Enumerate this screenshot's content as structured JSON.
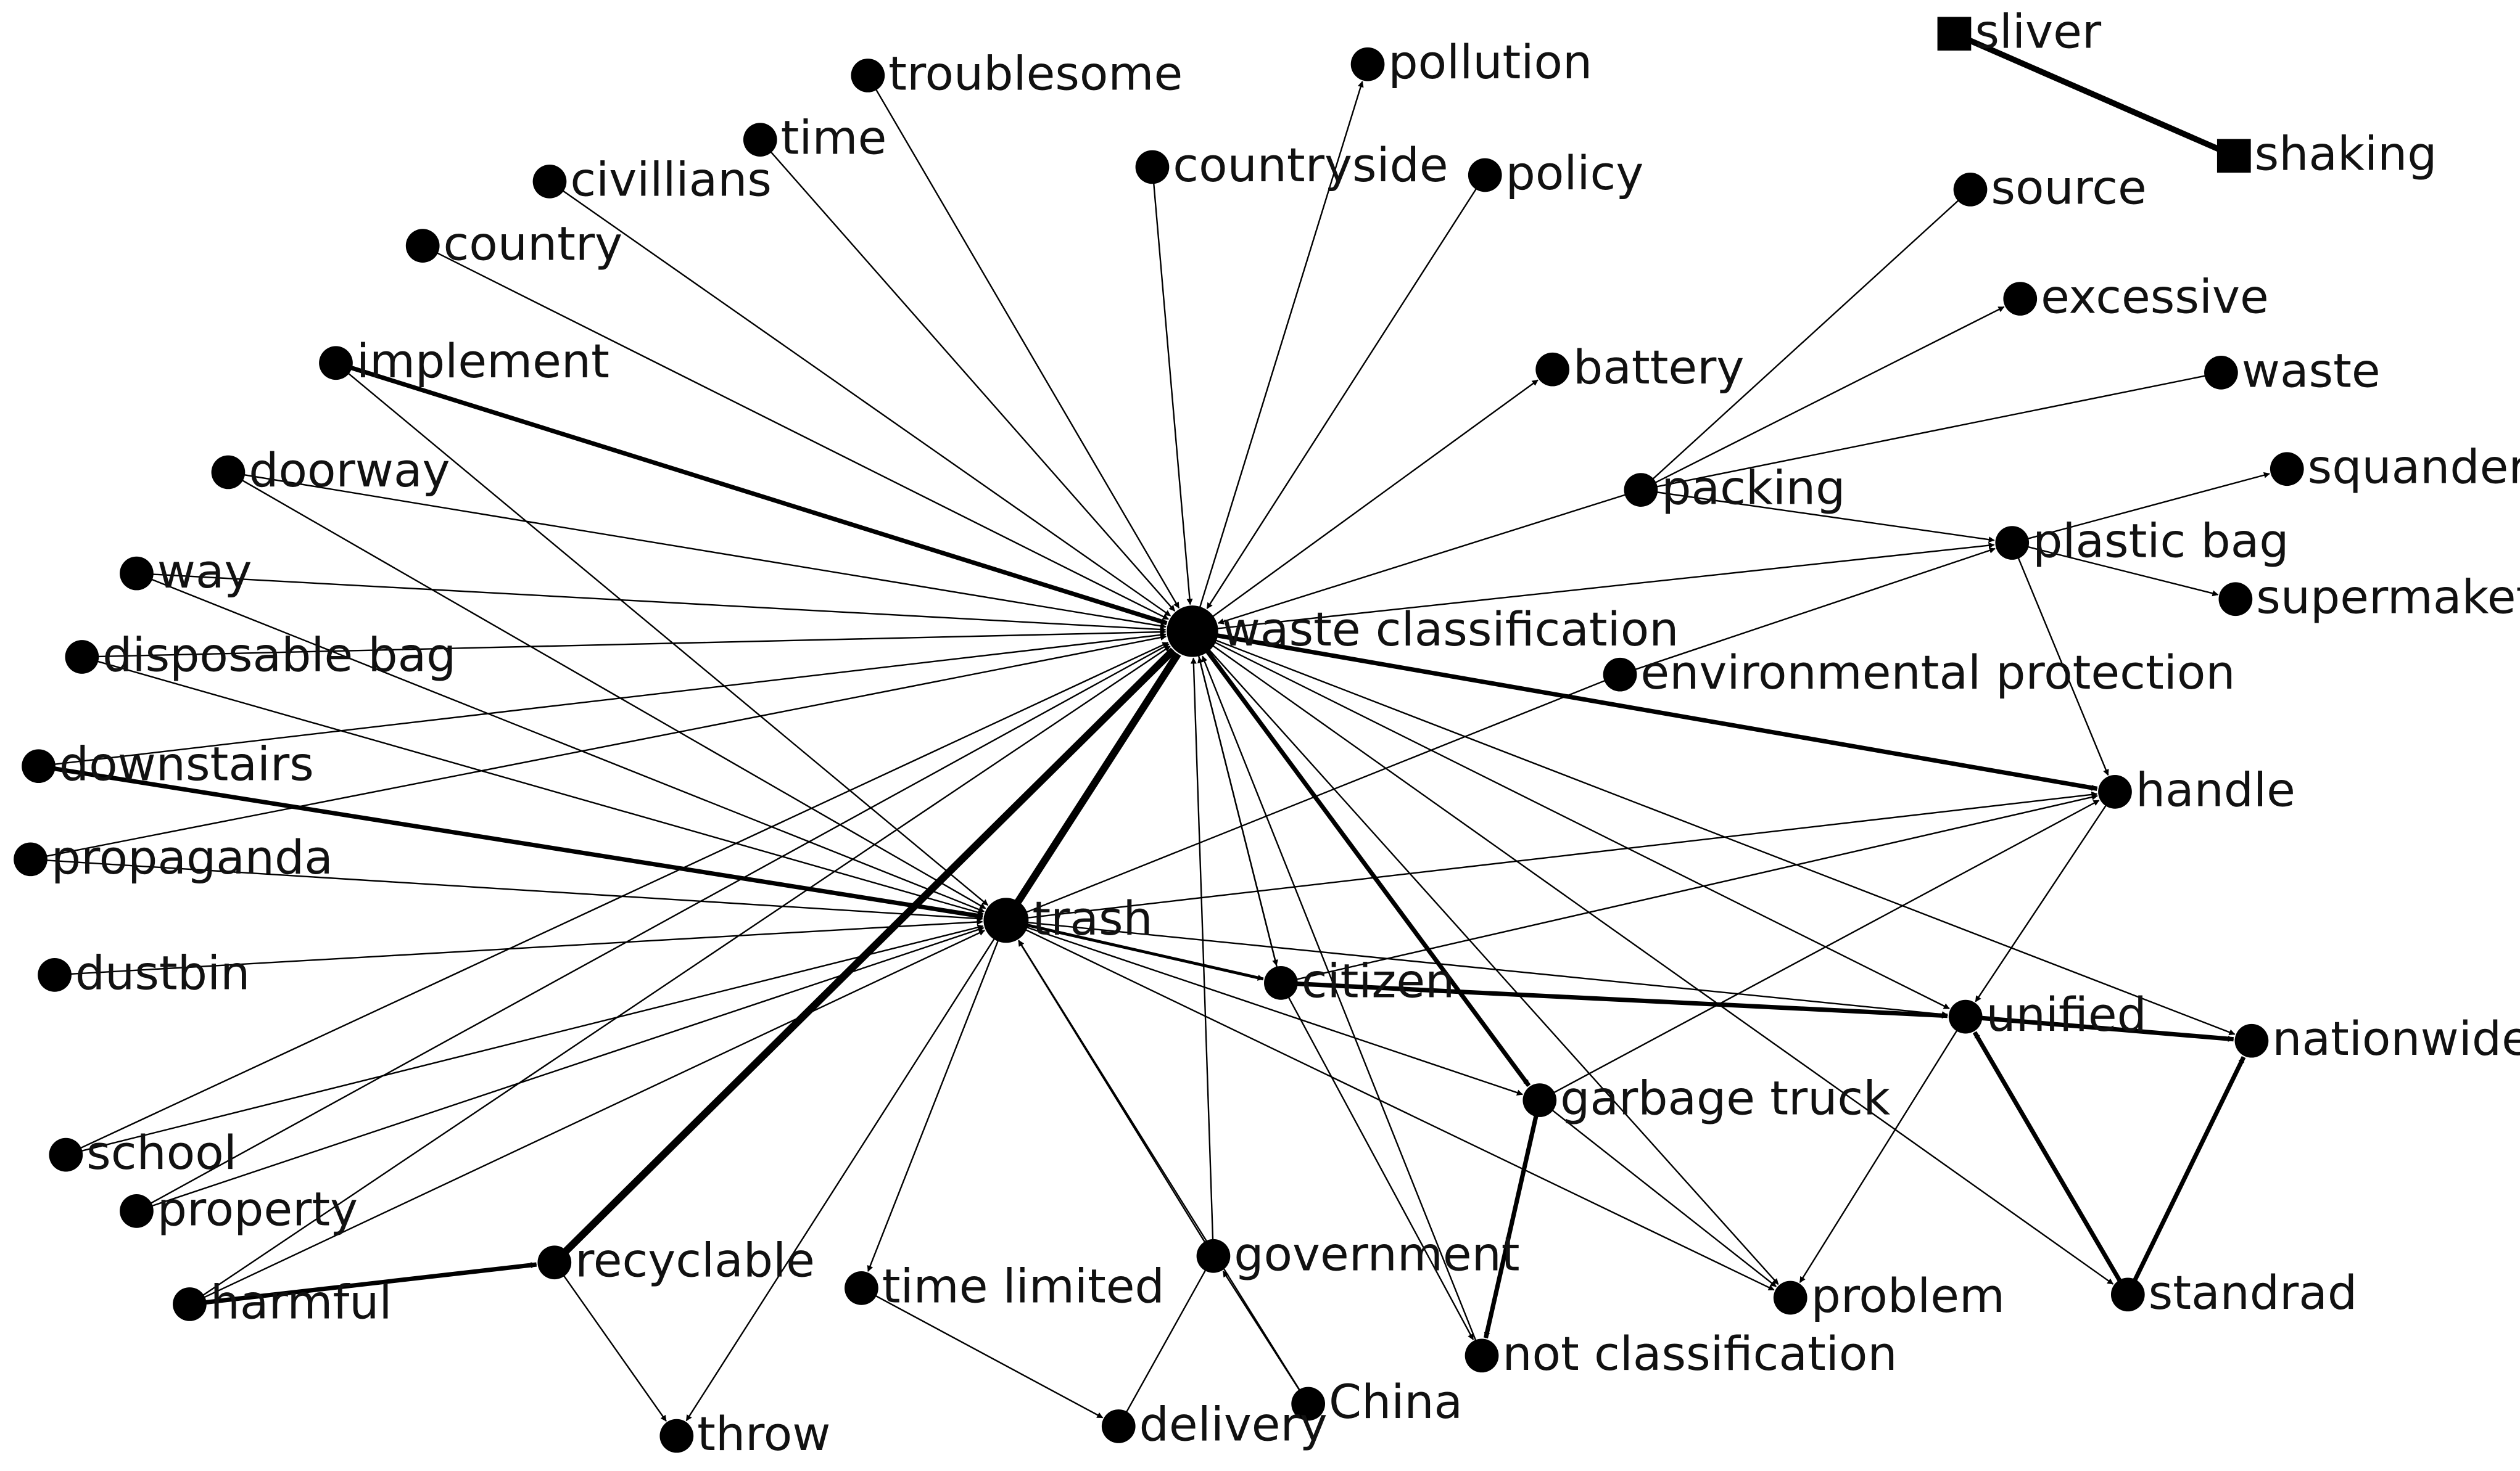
{
  "colors": {
    "background": "#ffffff",
    "node": "#000000",
    "edge": "#000000",
    "text": "#111111"
  },
  "nodes": [
    {
      "id": "sliver",
      "label": "sliver",
      "shape": "square"
    },
    {
      "id": "shaking",
      "label": "shaking",
      "shape": "square"
    },
    {
      "id": "troublesome",
      "label": "troublesome",
      "shape": "circle"
    },
    {
      "id": "pollution",
      "label": "pollution",
      "shape": "circle"
    },
    {
      "id": "time",
      "label": "time",
      "shape": "circle"
    },
    {
      "id": "countryside",
      "label": "countryside",
      "shape": "circle"
    },
    {
      "id": "policy",
      "label": "policy",
      "shape": "circle"
    },
    {
      "id": "civillians",
      "label": "civillians",
      "shape": "circle"
    },
    {
      "id": "source",
      "label": "source",
      "shape": "circle"
    },
    {
      "id": "country",
      "label": "country",
      "shape": "circle"
    },
    {
      "id": "excessive",
      "label": "excessive",
      "shape": "circle"
    },
    {
      "id": "implement",
      "label": "implement",
      "shape": "circle"
    },
    {
      "id": "battery",
      "label": "battery",
      "shape": "circle"
    },
    {
      "id": "waste",
      "label": "waste",
      "shape": "circle"
    },
    {
      "id": "doorway",
      "label": "doorway",
      "shape": "circle"
    },
    {
      "id": "packing",
      "label": "packing",
      "shape": "circle"
    },
    {
      "id": "squander",
      "label": "squander",
      "shape": "circle"
    },
    {
      "id": "plastic_bag",
      "label": "plastic bag",
      "shape": "circle"
    },
    {
      "id": "way",
      "label": "way",
      "shape": "circle"
    },
    {
      "id": "supermaket",
      "label": "supermaket",
      "shape": "circle"
    },
    {
      "id": "waste_classification",
      "label": "waste classification",
      "shape": "circle"
    },
    {
      "id": "disposable_bag",
      "label": "disposable bag",
      "shape": "circle"
    },
    {
      "id": "environmental_protection",
      "label": "environmental protection",
      "shape": "circle"
    },
    {
      "id": "downstairs",
      "label": "downstairs",
      "shape": "circle"
    },
    {
      "id": "handle",
      "label": "handle",
      "shape": "circle"
    },
    {
      "id": "propaganda",
      "label": "propaganda",
      "shape": "circle"
    },
    {
      "id": "trash",
      "label": "trash",
      "shape": "circle"
    },
    {
      "id": "dustbin",
      "label": "dustbin",
      "shape": "circle"
    },
    {
      "id": "citizen",
      "label": "citizen",
      "shape": "circle"
    },
    {
      "id": "unified",
      "label": "unified",
      "shape": "circle"
    },
    {
      "id": "nationwide",
      "label": "nationwide",
      "shape": "circle"
    },
    {
      "id": "garbage_truck",
      "label": "garbage truck",
      "shape": "circle"
    },
    {
      "id": "school",
      "label": "school",
      "shape": "circle"
    },
    {
      "id": "property",
      "label": "property",
      "shape": "circle"
    },
    {
      "id": "recyclable",
      "label": "recyclable",
      "shape": "circle"
    },
    {
      "id": "government",
      "label": "government",
      "shape": "circle"
    },
    {
      "id": "harmful",
      "label": "harmful",
      "shape": "circle"
    },
    {
      "id": "time_limited",
      "label": "time limited",
      "shape": "circle"
    },
    {
      "id": "problem",
      "label": "problem",
      "shape": "circle"
    },
    {
      "id": "standrad",
      "label": "standrad",
      "shape": "circle"
    },
    {
      "id": "not_classification",
      "label": "not classification",
      "shape": "circle"
    },
    {
      "id": "china",
      "label": "China",
      "shape": "circle"
    },
    {
      "id": "throw",
      "label": "throw",
      "shape": "circle"
    },
    {
      "id": "delivery",
      "label": "delivery",
      "shape": "circle"
    }
  ],
  "edges": [
    {
      "from": "sliver",
      "to": "shaking",
      "weight": 4,
      "arrow": false
    },
    {
      "from": "troublesome",
      "to": "waste_classification",
      "weight": 1,
      "arrow": true
    },
    {
      "from": "time",
      "to": "waste_classification",
      "weight": 1,
      "arrow": true
    },
    {
      "from": "civillians",
      "to": "waste_classification",
      "weight": 1,
      "arrow": true
    },
    {
      "from": "country",
      "to": "waste_classification",
      "weight": 1,
      "arrow": true
    },
    {
      "from": "implement",
      "to": "waste_classification",
      "weight": 3,
      "arrow": true
    },
    {
      "from": "doorway",
      "to": "waste_classification",
      "weight": 1,
      "arrow": true
    },
    {
      "from": "way",
      "to": "waste_classification",
      "weight": 1,
      "arrow": true
    },
    {
      "from": "disposable_bag",
      "to": "waste_classification",
      "weight": 1,
      "arrow": true
    },
    {
      "from": "downstairs",
      "to": "waste_classification",
      "weight": 1,
      "arrow": true
    },
    {
      "from": "propaganda",
      "to": "waste_classification",
      "weight": 1,
      "arrow": true
    },
    {
      "from": "school",
      "to": "waste_classification",
      "weight": 1,
      "arrow": true
    },
    {
      "from": "property",
      "to": "waste_classification",
      "weight": 1,
      "arrow": true
    },
    {
      "from": "harmful",
      "to": "waste_classification",
      "weight": 1,
      "arrow": true
    },
    {
      "from": "countryside",
      "to": "waste_classification",
      "weight": 1,
      "arrow": true
    },
    {
      "from": "policy",
      "to": "waste_classification",
      "weight": 1,
      "arrow": true
    },
    {
      "from": "packing",
      "to": "waste_classification",
      "weight": 1,
      "arrow": true
    },
    {
      "from": "government",
      "to": "waste_classification",
      "weight": 1,
      "arrow": true
    },
    {
      "from": "citizen",
      "to": "waste_classification",
      "weight": 1,
      "arrow": true
    },
    {
      "from": "not_classification",
      "to": "waste_classification",
      "weight": 1,
      "arrow": true
    },
    {
      "from": "trash",
      "to": "waste_classification",
      "weight": 5,
      "arrow": true
    },
    {
      "from": "recyclable",
      "to": "waste_classification",
      "weight": 5,
      "arrow": true
    },
    {
      "from": "waste_classification",
      "to": "pollution",
      "weight": 1,
      "arrow": true
    },
    {
      "from": "waste_classification",
      "to": "battery",
      "weight": 1,
      "arrow": true
    },
    {
      "from": "waste_classification",
      "to": "handle",
      "weight": 3,
      "arrow": true
    },
    {
      "from": "waste_classification",
      "to": "plastic_bag",
      "weight": 1,
      "arrow": true
    },
    {
      "from": "waste_classification",
      "to": "unified",
      "weight": 1,
      "arrow": true
    },
    {
      "from": "waste_classification",
      "to": "nationwide",
      "weight": 1,
      "arrow": true
    },
    {
      "from": "waste_classification",
      "to": "garbage_truck",
      "weight": 3,
      "arrow": true
    },
    {
      "from": "waste_classification",
      "to": "citizen",
      "weight": 1,
      "arrow": true
    },
    {
      "from": "waste_classification",
      "to": "problem",
      "weight": 1,
      "arrow": true
    },
    {
      "from": "waste_classification",
      "to": "standrad",
      "weight": 1,
      "arrow": true
    },
    {
      "from": "source",
      "to": "packing",
      "weight": 1,
      "arrow": false
    },
    {
      "from": "packing",
      "to": "excessive",
      "weight": 1,
      "arrow": true
    },
    {
      "from": "waste",
      "to": "packing",
      "weight": 1,
      "arrow": false
    },
    {
      "from": "packing",
      "to": "plastic_bag",
      "weight": 1,
      "arrow": true
    },
    {
      "from": "plastic_bag",
      "to": "squander",
      "weight": 1,
      "arrow": true
    },
    {
      "from": "plastic_bag",
      "to": "supermaket",
      "weight": 1,
      "arrow": true
    },
    {
      "from": "plastic_bag",
      "to": "handle",
      "weight": 1,
      "arrow": true
    },
    {
      "from": "environmental_protection",
      "to": "plastic_bag",
      "weight": 1,
      "arrow": true
    },
    {
      "from": "environmental_protection",
      "to": "trash",
      "weight": 1,
      "arrow": false
    },
    {
      "from": "implement",
      "to": "trash",
      "weight": 1,
      "arrow": true
    },
    {
      "from": "doorway",
      "to": "trash",
      "weight": 1,
      "arrow": true
    },
    {
      "from": "way",
      "to": "trash",
      "weight": 1,
      "arrow": true
    },
    {
      "from": "disposable_bag",
      "to": "trash",
      "weight": 1,
      "arrow": true
    },
    {
      "from": "downstairs",
      "to": "trash",
      "weight": 3,
      "arrow": true
    },
    {
      "from": "propaganda",
      "to": "trash",
      "weight": 1,
      "arrow": true
    },
    {
      "from": "dustbin",
      "to": "trash",
      "weight": 1,
      "arrow": true
    },
    {
      "from": "school",
      "to": "trash",
      "weight": 1,
      "arrow": true
    },
    {
      "from": "property",
      "to": "trash",
      "weight": 1,
      "arrow": true
    },
    {
      "from": "harmful",
      "to": "trash",
      "weight": 1,
      "arrow": true
    },
    {
      "from": "government",
      "to": "trash",
      "weight": 1,
      "arrow": true
    },
    {
      "from": "china",
      "to": "trash",
      "weight": 1,
      "arrow": true
    },
    {
      "from": "trash",
      "to": "citizen",
      "weight": 2,
      "arrow": true
    },
    {
      "from": "trash",
      "to": "garbage_truck",
      "weight": 1,
      "arrow": true
    },
    {
      "from": "trash",
      "to": "handle",
      "weight": 1,
      "arrow": true
    },
    {
      "from": "trash",
      "to": "unified",
      "weight": 1,
      "arrow": true
    },
    {
      "from": "trash",
      "to": "problem",
      "weight": 1,
      "arrow": true
    },
    {
      "from": "trash",
      "to": "throw",
      "weight": 1,
      "arrow": true
    },
    {
      "from": "trash",
      "to": "time_limited",
      "weight": 1,
      "arrow": true
    },
    {
      "from": "citizen",
      "to": "unified",
      "weight": 3,
      "arrow": true
    },
    {
      "from": "citizen",
      "to": "handle",
      "weight": 1,
      "arrow": true
    },
    {
      "from": "citizen",
      "to": "not_classification",
      "weight": 1,
      "arrow": true
    },
    {
      "from": "garbage_truck",
      "to": "not_classification",
      "weight": 3,
      "arrow": true
    },
    {
      "from": "garbage_truck",
      "to": "handle",
      "weight": 1,
      "arrow": true
    },
    {
      "from": "garbage_truck",
      "to": "problem",
      "weight": 1,
      "arrow": true
    },
    {
      "from": "unified",
      "to": "nationwide",
      "weight": 3,
      "arrow": true
    },
    {
      "from": "unified",
      "to": "problem",
      "weight": 1,
      "arrow": true
    },
    {
      "from": "handle",
      "to": "unified",
      "weight": 1,
      "arrow": true
    },
    {
      "from": "standrad",
      "to": "unified",
      "weight": 3,
      "arrow": true
    },
    {
      "from": "standrad",
      "to": "nationwide",
      "weight": 3,
      "arrow": true
    },
    {
      "from": "harmful",
      "to": "recyclable",
      "weight": 3,
      "arrow": true
    },
    {
      "from": "recyclable",
      "to": "throw",
      "weight": 1,
      "arrow": true
    },
    {
      "from": "time_limited",
      "to": "delivery",
      "weight": 1,
      "arrow": true
    },
    {
      "from": "government",
      "to": "delivery",
      "weight": 1,
      "arrow": false
    },
    {
      "from": "china",
      "to": "government",
      "weight": 1,
      "arrow": true
    }
  ]
}
